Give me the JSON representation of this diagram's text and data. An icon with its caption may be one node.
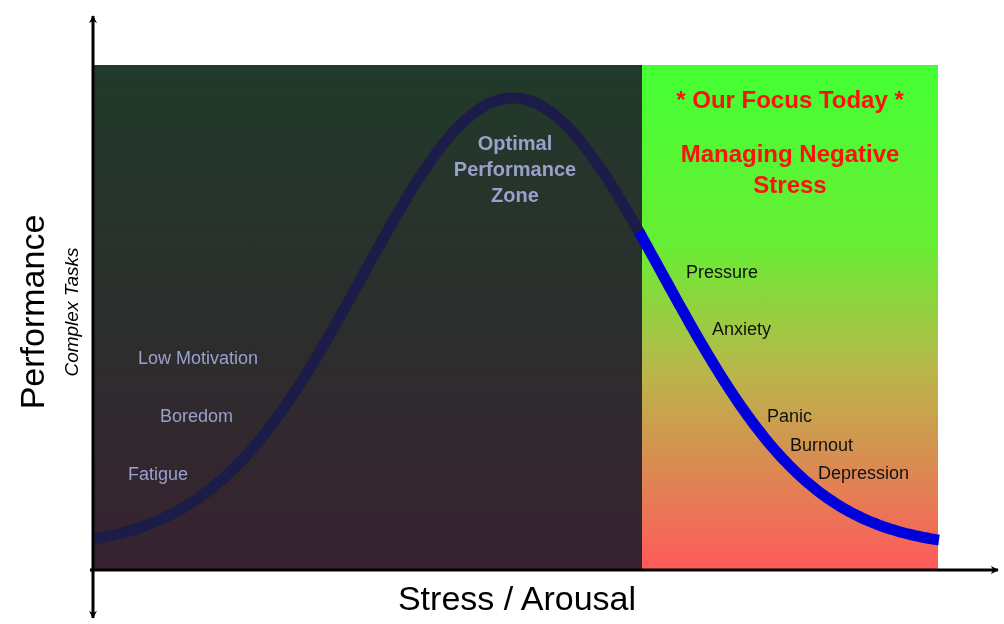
{
  "diagram": {
    "labels": [
      "* Our Focus Today *",
      "Optimal Performance Zone",
      "Managing Negative Stress",
      "Pressure",
      "Anxiety",
      "Performance",
      "Complex Tasks",
      "Low Motivation",
      "Boredom",
      "Panic",
      "Burnout",
      "Fatigue",
      "Depression",
      "Stress / Arousal"
    ]
  }
}
